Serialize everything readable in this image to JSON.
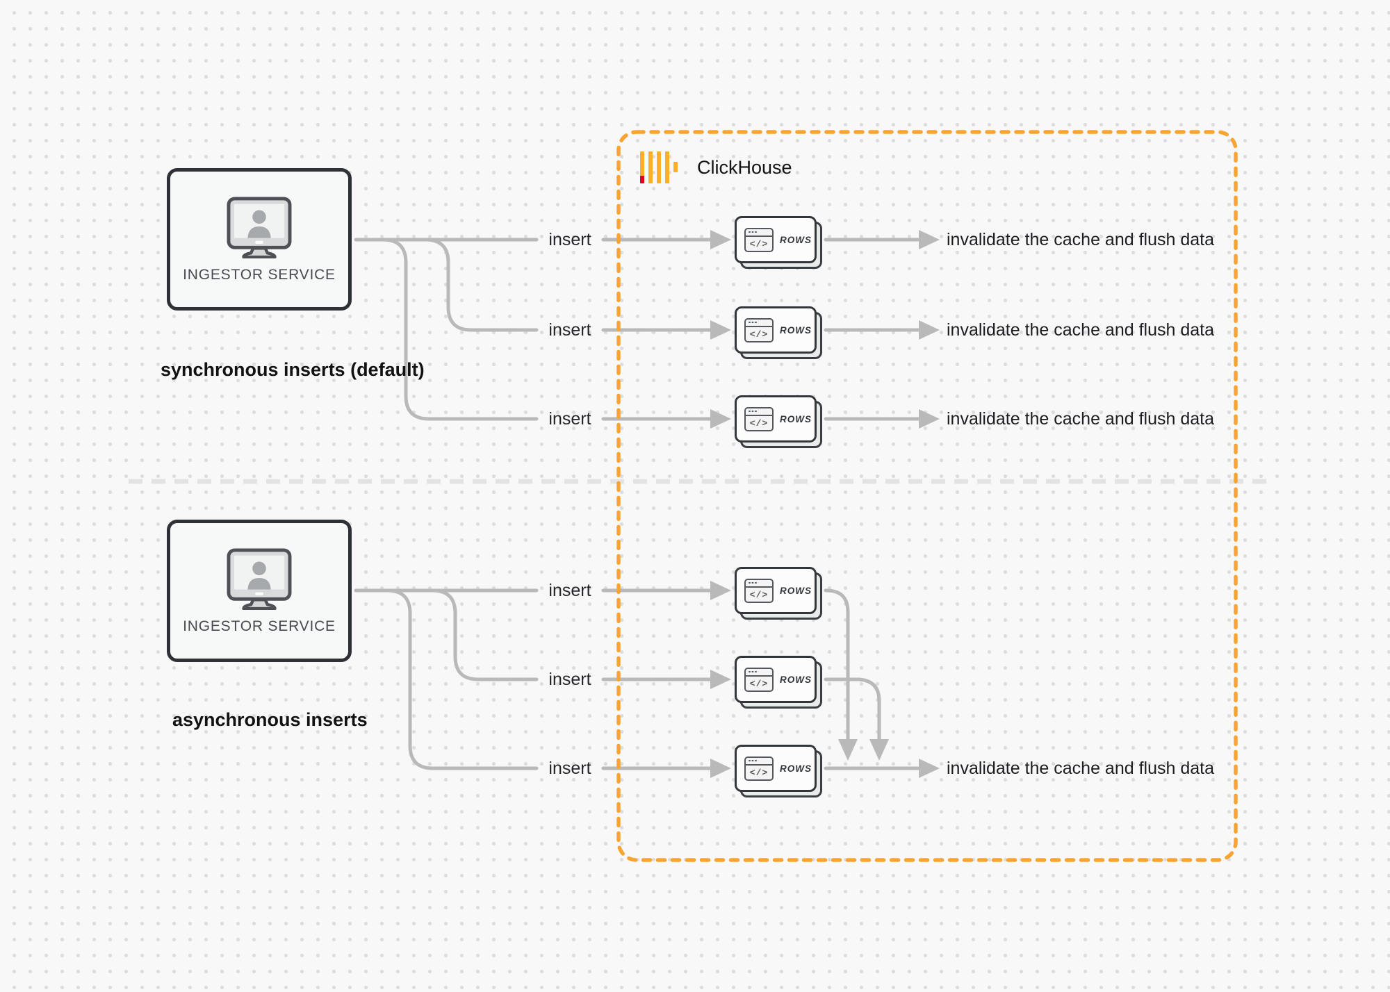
{
  "clickhouse": {
    "brand": "ClickHouse"
  },
  "sync_section": {
    "source": "INGESTOR SERVICE",
    "caption": "synchronous inserts (default)",
    "rows": [
      {
        "insert_label": "insert",
        "card_label": "ROWS",
        "code_glyph": "</>",
        "result_label": "invalidate the cache and flush data"
      },
      {
        "insert_label": "insert",
        "card_label": "ROWS",
        "code_glyph": "</>",
        "result_label": "invalidate the cache and flush data"
      },
      {
        "insert_label": "insert",
        "card_label": "ROWS",
        "code_glyph": "</>",
        "result_label": "invalidate the cache and flush data"
      }
    ]
  },
  "async_section": {
    "source": "INGESTOR SERVICE",
    "caption": "asynchronous inserts",
    "rows": [
      {
        "insert_label": "insert",
        "card_label": "ROWS",
        "code_glyph": "</>"
      },
      {
        "insert_label": "insert",
        "card_label": "ROWS",
        "code_glyph": "</>"
      },
      {
        "insert_label": "insert",
        "card_label": "ROWS",
        "code_glyph": "</>"
      }
    ],
    "result_label": "invalidate the cache and flush data"
  },
  "colors": {
    "accent_orange": "#F7A433",
    "brand_yellow": "#FBAF26",
    "brand_red": "#E00420",
    "connector": "#B9B9B9",
    "divider": "#E3E3E3"
  }
}
